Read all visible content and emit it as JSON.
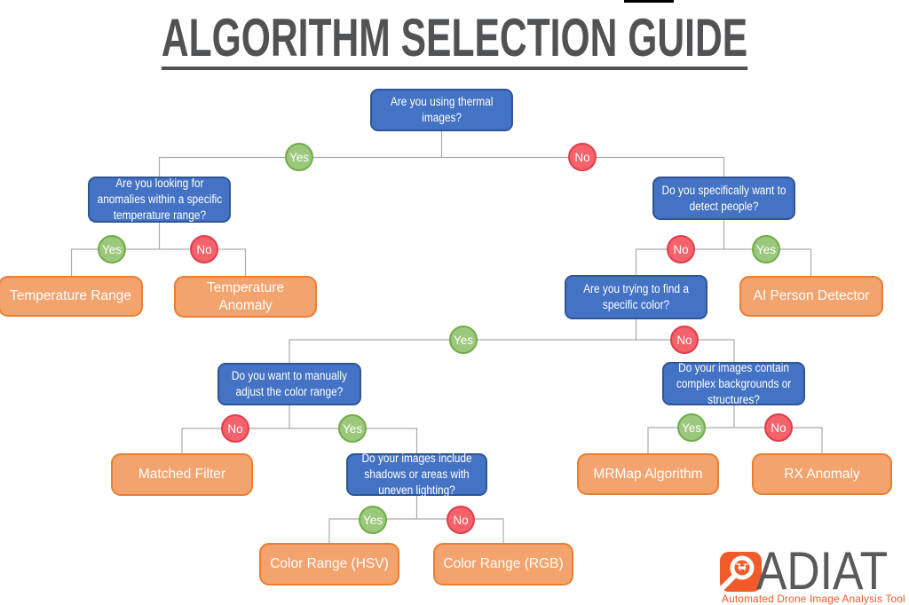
{
  "title": "ALGORITHM SELECTION GUIDE",
  "labels": {
    "yes": "Yes",
    "no": "No"
  },
  "nodes": {
    "thermal": "Are you using thermal\nimages?",
    "temp_question": "Are you looking for\nanomalies within a specific\ntemperature range?",
    "people": "Do you specifically want to\ndetect people?",
    "color": "Are you trying to find a\nspecific color?",
    "adjust": "Do you want to manually\nadjust the color range?",
    "complex": "Do your images contain\ncomplex backgrounds or\nstructures?",
    "shadows": "Do your images include\nshadows or areas with\nuneven lighting?",
    "temp_range": "Temperature Range",
    "temp_anomaly": "Temperature\nAnomaly",
    "ai_person": "AI Person Detector",
    "matched_filter": "Matched Filter",
    "mrmap": "MRMap Algorithm",
    "rx_anomaly": "RX Anomaly",
    "color_hsv": "Color Range (HSV)",
    "color_rgb": "Color Range (RGB)"
  },
  "logo": {
    "name": "ADIAT",
    "tagline": "Automated Drone Image Analysis Tool"
  },
  "colors": {
    "question_fill": "#4472C4",
    "question_border": "#2F5597",
    "result_fill": "#F2A36E",
    "result_border": "#ED7D31",
    "yes_fill": "#9CC87D",
    "yes_border": "#70AD47",
    "no_fill": "#F4626B",
    "no_border": "#E03E4A",
    "line": "#ABABAB",
    "logo_orange": "#F15A29"
  }
}
